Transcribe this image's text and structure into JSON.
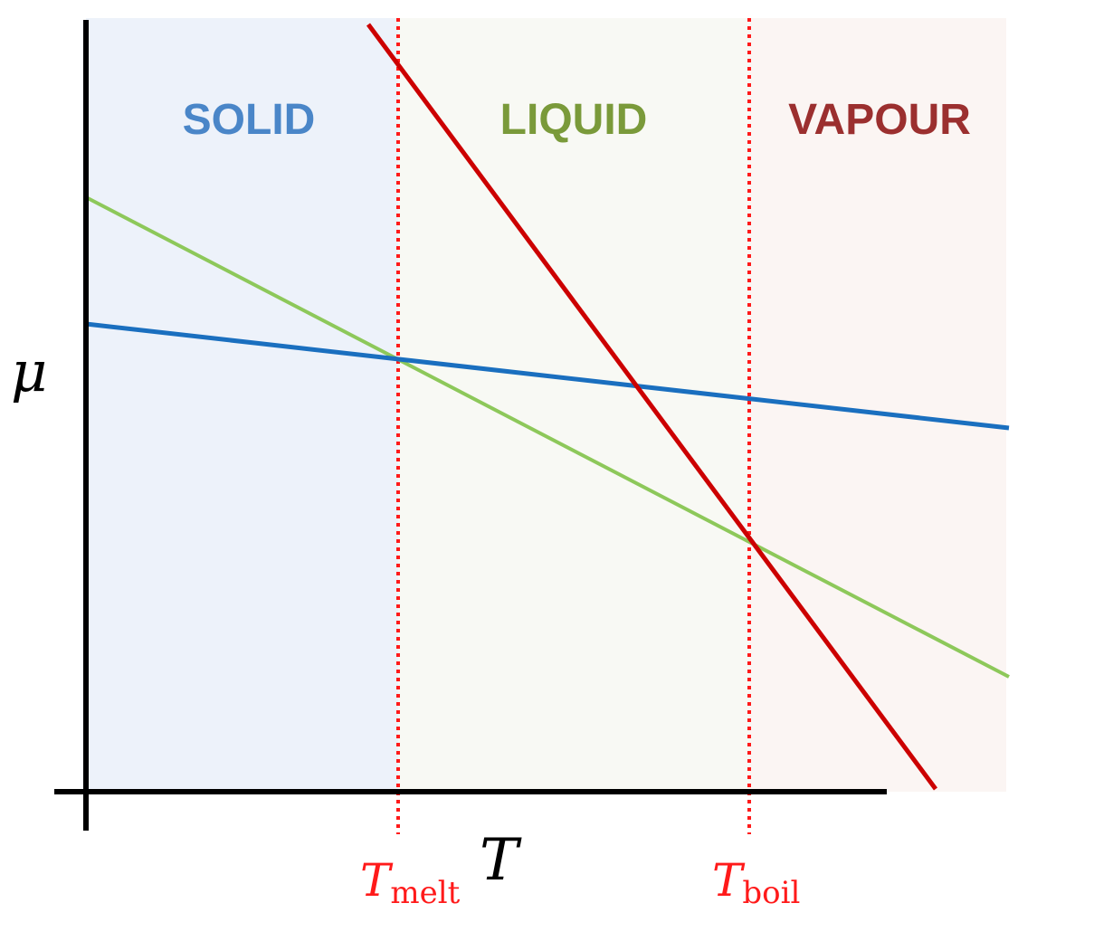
{
  "regions": [
    {
      "key": "solid",
      "label": "SOLID",
      "color": "#4a86c8",
      "fill": "#edf2fa"
    },
    {
      "key": "liquid",
      "label": "LIQUID",
      "color": "#7a9a3a",
      "fill": "#f8f9f4"
    },
    {
      "key": "vapour",
      "label": "VAPOUR",
      "color": "#9b2f2f",
      "fill": "#fbf5f3"
    }
  ],
  "axes": {
    "y_label": "μ",
    "x_label": "T"
  },
  "transitions": {
    "melt": {
      "symbol": "T",
      "subscript": "melt"
    },
    "boil": {
      "symbol": "T",
      "subscript": "boil"
    },
    "line_color": "#ff1a1a"
  },
  "phase_lines": {
    "solid_color": "#1a6fbf",
    "liquid_color": "#8dc85a",
    "vapour_color": "#cc0000"
  }
}
